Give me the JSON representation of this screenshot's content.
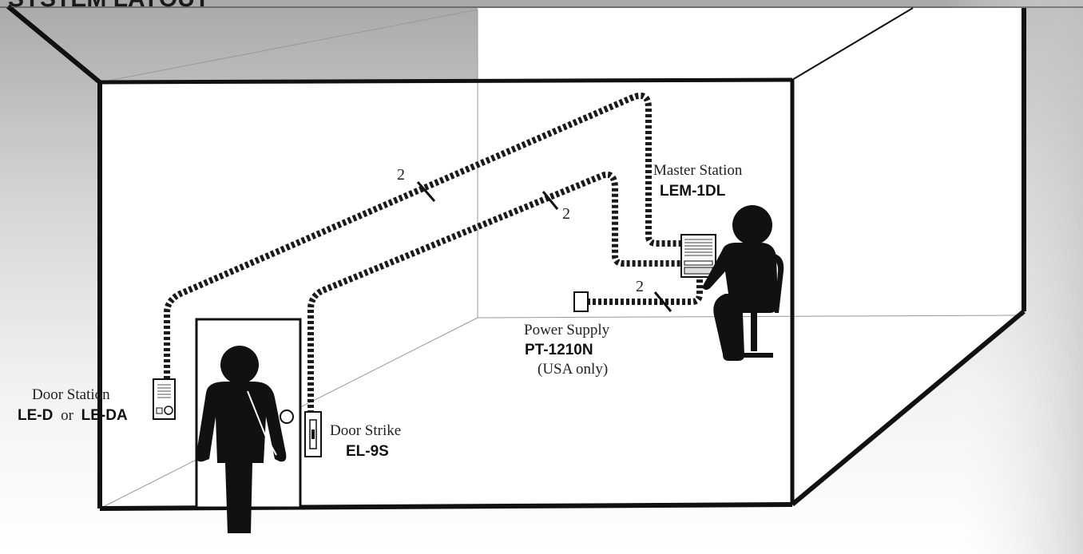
{
  "header": {
    "title": "SYSTEM LAYOUT"
  },
  "master_station": {
    "caption": "Master Station",
    "model": "LEM-1DL"
  },
  "power_supply": {
    "caption": "Power Supply",
    "model": "PT-1210N",
    "note": "(USA only)"
  },
  "door_station": {
    "caption": "Door Station",
    "model_a": "LE-D",
    "joiner": "or",
    "model_b": "LE-DA"
  },
  "door_strike": {
    "caption": "Door Strike",
    "model": "EL-9S"
  },
  "cables": {
    "master_to_door_station": "2",
    "master_to_door_strike": "2",
    "master_to_power_supply": "2"
  },
  "colors": {
    "wall_line": "#111111",
    "cable": "#1a1a1a",
    "figure": "#111111"
  }
}
